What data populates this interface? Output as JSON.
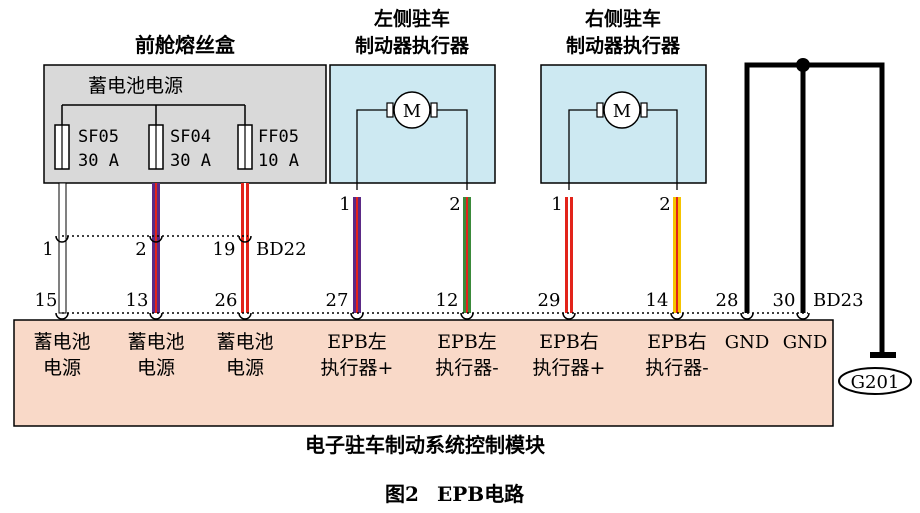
{
  "fuse_box": {
    "title": "前舱熔丝盒",
    "source_label": "蓄电池电源",
    "fuses": [
      {
        "name": "SF05",
        "rating": "30 A"
      },
      {
        "name": "SF04",
        "rating": "30 A"
      },
      {
        "name": "FF05",
        "rating": "10 A"
      }
    ]
  },
  "left_actuator": {
    "title_line1": "左侧驻车",
    "title_line2": "制动器执行器",
    "motor": "M",
    "pins": [
      "1",
      "2"
    ]
  },
  "right_actuator": {
    "title_line1": "右侧驻车",
    "title_line2": "制动器执行器",
    "motor": "M",
    "pins": [
      "1",
      "2"
    ]
  },
  "connector_bd22": {
    "name": "BD22",
    "pins": [
      "1",
      "2",
      "19"
    ]
  },
  "connector_bd23": {
    "name": "BD23",
    "pins": [
      "15",
      "13",
      "26",
      "27",
      "12",
      "29",
      "14",
      "28",
      "30"
    ]
  },
  "module": {
    "title": "电子驻车制动系统控制模块",
    "labels": [
      {
        "line1": "蓄电池",
        "line2": "电源"
      },
      {
        "line1": "蓄电池",
        "line2": "电源"
      },
      {
        "line1": "蓄电池",
        "line2": "电源"
      },
      {
        "line1": "EPB左",
        "line2": "执行器+"
      },
      {
        "line1": "EPB左",
        "line2": "执行器-"
      },
      {
        "line1": "EPB右",
        "line2": "执行器+"
      },
      {
        "line1": "EPB右",
        "line2": "执行器-"
      },
      {
        "line1": "GND",
        "line2": ""
      },
      {
        "line1": "GND",
        "line2": ""
      }
    ]
  },
  "ground": "G201",
  "caption": {
    "fig": "图2",
    "title": "EPB电路"
  },
  "colors": {
    "fuse_box_fill": "#d9d9d9",
    "actuator_fill": "#cde9f2",
    "module_fill": "#f9d9c8",
    "wire_red": "#e2231a",
    "wire_purple": "#5b2a86",
    "wire_green": "#3a8a3a",
    "wire_yellow": "#f5c400"
  }
}
